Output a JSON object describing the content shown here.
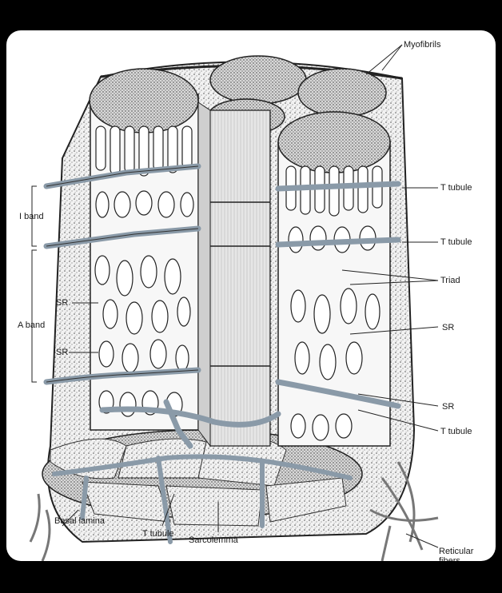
{
  "labels": {
    "myofibrils": "Myofibrils",
    "t_tubule_1": "T tubule",
    "t_tubule_2": "T tubule",
    "triad": "Triad",
    "sr_right_1": "SR",
    "sr_right_2": "SR",
    "t_tubule_3": "T tubule",
    "i_band": "I band",
    "sr_left_1": "SR",
    "a_band": "A band",
    "sr_left_2": "SR",
    "basal_lamina": "Basal lamina",
    "t_tubule_bottom": "T tubule",
    "sarcolemma": "Sarcolemma",
    "reticular_fibers": "Reticular fibers"
  },
  "colors": {
    "page": "#000000",
    "card": "#ffffff",
    "tubule": "#8a9aa8",
    "ink": "#1a1a1a"
  }
}
